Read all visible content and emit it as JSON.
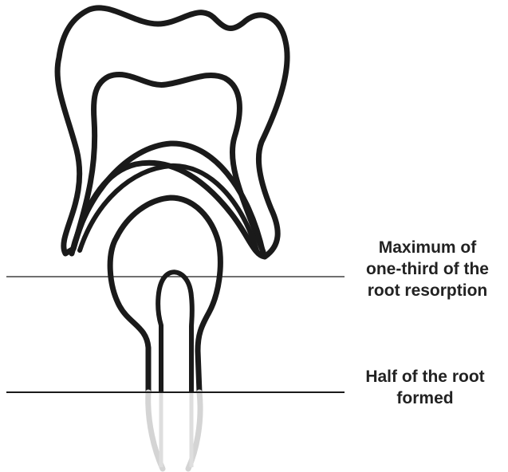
{
  "colors": {
    "outline": "#1a1a1a",
    "faded_root": "#d4d4d4",
    "text": "#222222",
    "background": "#ffffff"
  },
  "labels": {
    "resorption_limit": {
      "line1": "Maximum of",
      "line2": "one-third of the",
      "line3": "root resorption"
    },
    "root_formation": {
      "line1": "Half of the root",
      "line2": "formed"
    }
  }
}
